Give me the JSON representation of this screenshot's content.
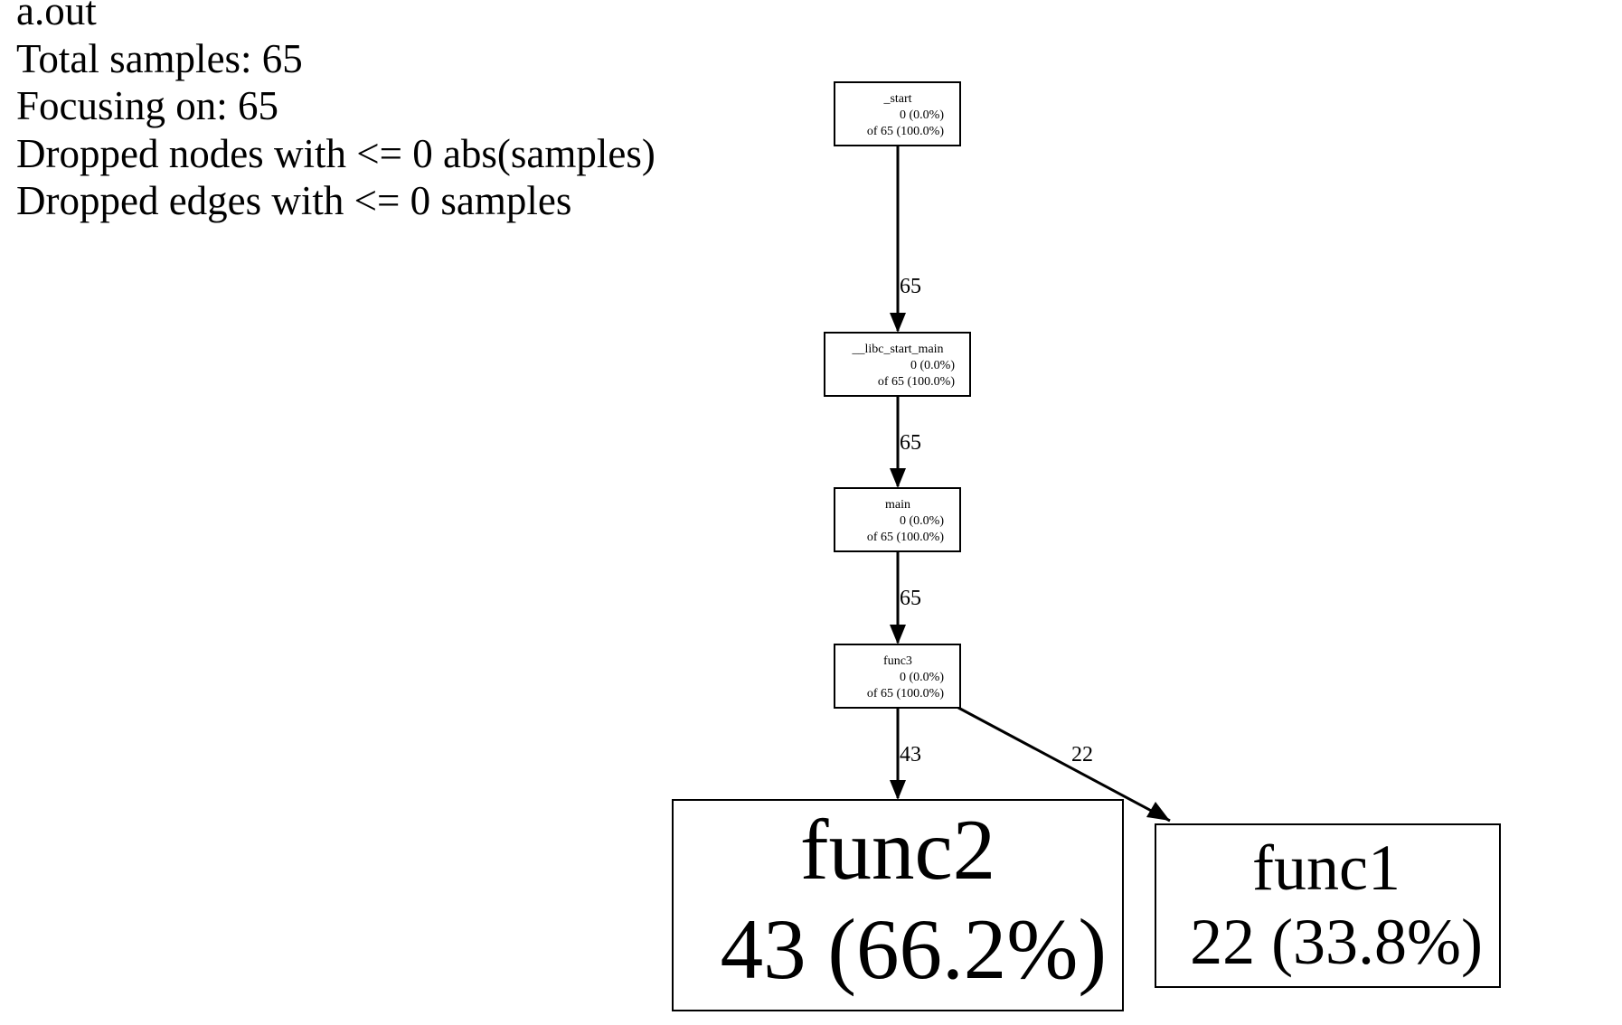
{
  "header": {
    "program": "a.out",
    "total_samples": "Total samples: 65",
    "focusing": "Focusing on: 65",
    "dropped_nodes": "Dropped nodes with <= 0 abs(samples)",
    "dropped_edges": "Dropped edges with <= 0 samples"
  },
  "nodes": [
    {
      "id": "start",
      "name": "_start",
      "flat": "0 (0.0%)",
      "cum": "of 65 (100.0%)"
    },
    {
      "id": "libc",
      "name": "__libc_start_main",
      "flat": "0 (0.0%)",
      "cum": "of 65 (100.0%)"
    },
    {
      "id": "main",
      "name": "main",
      "flat": "0 (0.0%)",
      "cum": "of 65 (100.0%)"
    },
    {
      "id": "func3",
      "name": "func3",
      "flat": "0 (0.0%)",
      "cum": "of 65 (100.0%)"
    },
    {
      "id": "func2",
      "name": "func2",
      "flat": "43 (66.2%)",
      "cum": ""
    },
    {
      "id": "func1",
      "name": "func1",
      "flat": "22 (33.8%)",
      "cum": ""
    }
  ],
  "edges": [
    {
      "from": "start",
      "to": "libc",
      "label": "65"
    },
    {
      "from": "libc",
      "to": "main",
      "label": "65"
    },
    {
      "from": "main",
      "to": "func3",
      "label": "65"
    },
    {
      "from": "func3",
      "to": "func2",
      "label": "43"
    },
    {
      "from": "func3",
      "to": "func1",
      "label": "22"
    }
  ],
  "style": {
    "line_color": "#000000",
    "background": "#ffffff"
  }
}
